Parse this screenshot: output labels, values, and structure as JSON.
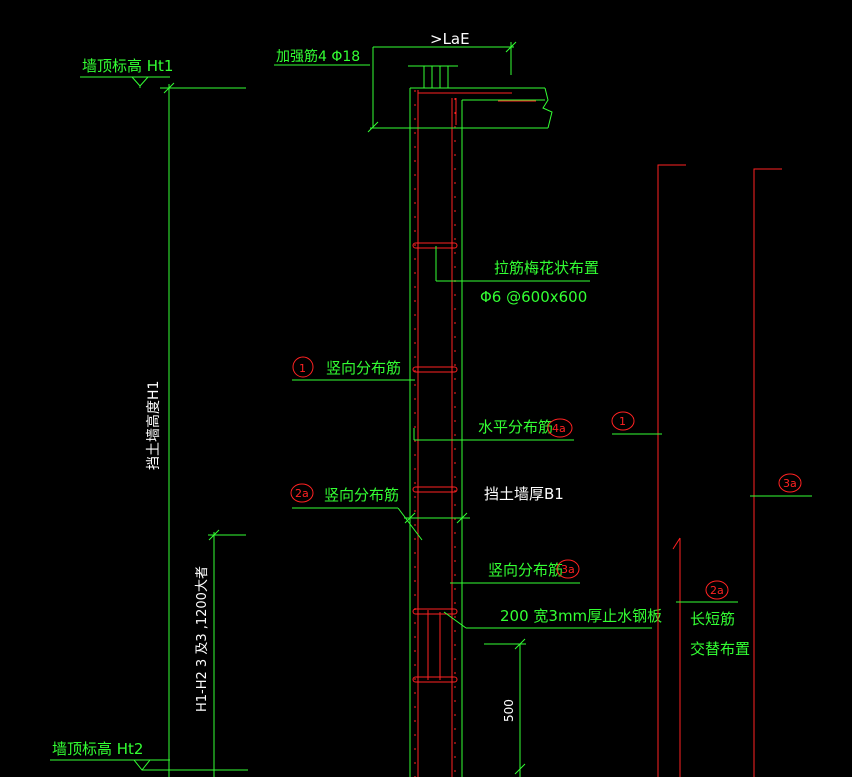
{
  "labels": {
    "wall_top_1": "墙顶标高 Ht1",
    "wall_top_2": "墙顶标高 Ht2",
    "stiffener": "加强筋4 Φ18",
    "lae": ">LaE",
    "tie_bars": "拉筋梅花状布置",
    "tie_spec": "Φ6 @600x600",
    "vertical_1": "竖向分布筋",
    "vertical_2a": "竖向分布筋",
    "vertical_3a": "竖向分布筋",
    "horizontal": "水平分布筋",
    "wall_thickness": "挡土墙厚B1",
    "wall_height": "挡土墙高度H1",
    "side_note": "H1-H2 3 及3 ,1200大者",
    "waterstop": "200 宽3mm厚止水钢板",
    "dim_500": "500",
    "long_short_1": "长短筋",
    "long_short_2": "交替布置"
  },
  "tags": {
    "t1_left": "1",
    "t2a_left": "2a",
    "t4a": "4a",
    "t3a_mid": "3a",
    "t1_right": "1",
    "t3a_right": "3a",
    "t2a_right": "2a"
  },
  "colors": {
    "line_green": "#33ff33",
    "rebar_red": "#ff2222",
    "text_white": "#ffffff"
  }
}
